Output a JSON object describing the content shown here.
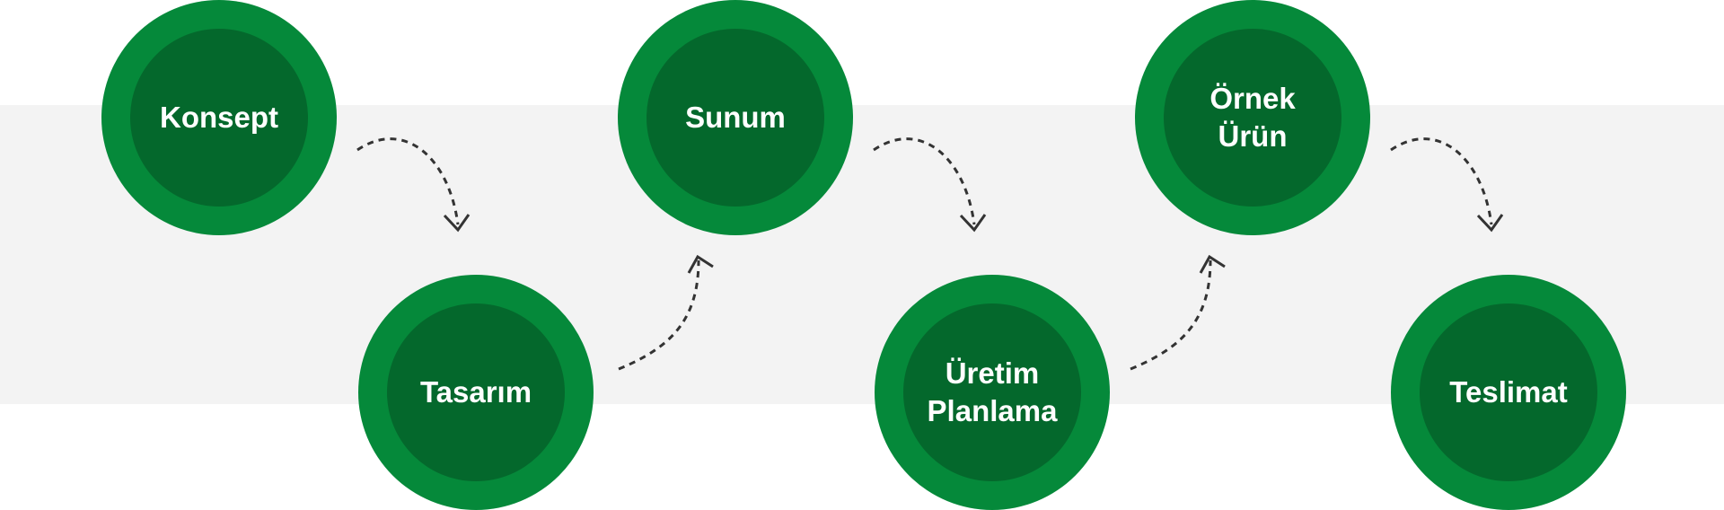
{
  "steps": [
    {
      "label": "Konsept"
    },
    {
      "label": "Tasarım"
    },
    {
      "label": "Sunum"
    },
    {
      "label": "Üretim\nPlanlama"
    },
    {
      "label": "Örnek\nÜrün"
    },
    {
      "label": "Teslimat"
    }
  ],
  "colors": {
    "ring": "#05893a",
    "core": "#04682c",
    "band": "#f3f3f3",
    "arrow": "#333333",
    "text": "#ffffff"
  },
  "connector_style": "dashed-curved-arrow"
}
